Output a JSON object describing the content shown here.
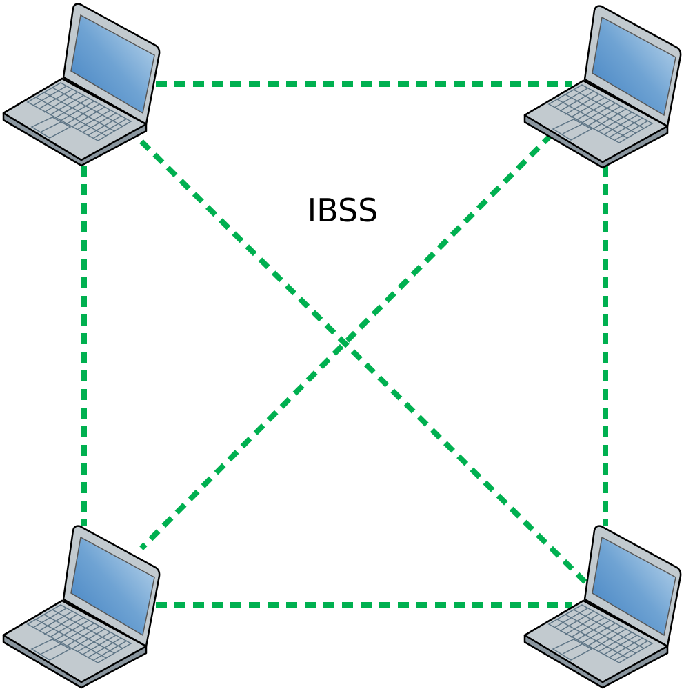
{
  "diagram": {
    "title": "IBSS",
    "nodes": [
      {
        "id": "laptop-top-left",
        "type": "laptop"
      },
      {
        "id": "laptop-top-right",
        "type": "laptop"
      },
      {
        "id": "laptop-bottom-left",
        "type": "laptop"
      },
      {
        "id": "laptop-bottom-right",
        "type": "laptop"
      }
    ],
    "links": [
      {
        "from": "laptop-top-left",
        "to": "laptop-top-right",
        "style": "dashed"
      },
      {
        "from": "laptop-bottom-left",
        "to": "laptop-bottom-right",
        "style": "dashed"
      },
      {
        "from": "laptop-top-left",
        "to": "laptop-bottom-left",
        "style": "dashed"
      },
      {
        "from": "laptop-top-right",
        "to": "laptop-bottom-right",
        "style": "dashed"
      },
      {
        "from": "laptop-top-left",
        "to": "laptop-bottom-right",
        "style": "dashed"
      },
      {
        "from": "laptop-top-right",
        "to": "laptop-bottom-left",
        "style": "dashed"
      }
    ],
    "colors": {
      "link": "#00b050",
      "screen": "#4f8fcc",
      "body": "#c0c8ce"
    }
  }
}
